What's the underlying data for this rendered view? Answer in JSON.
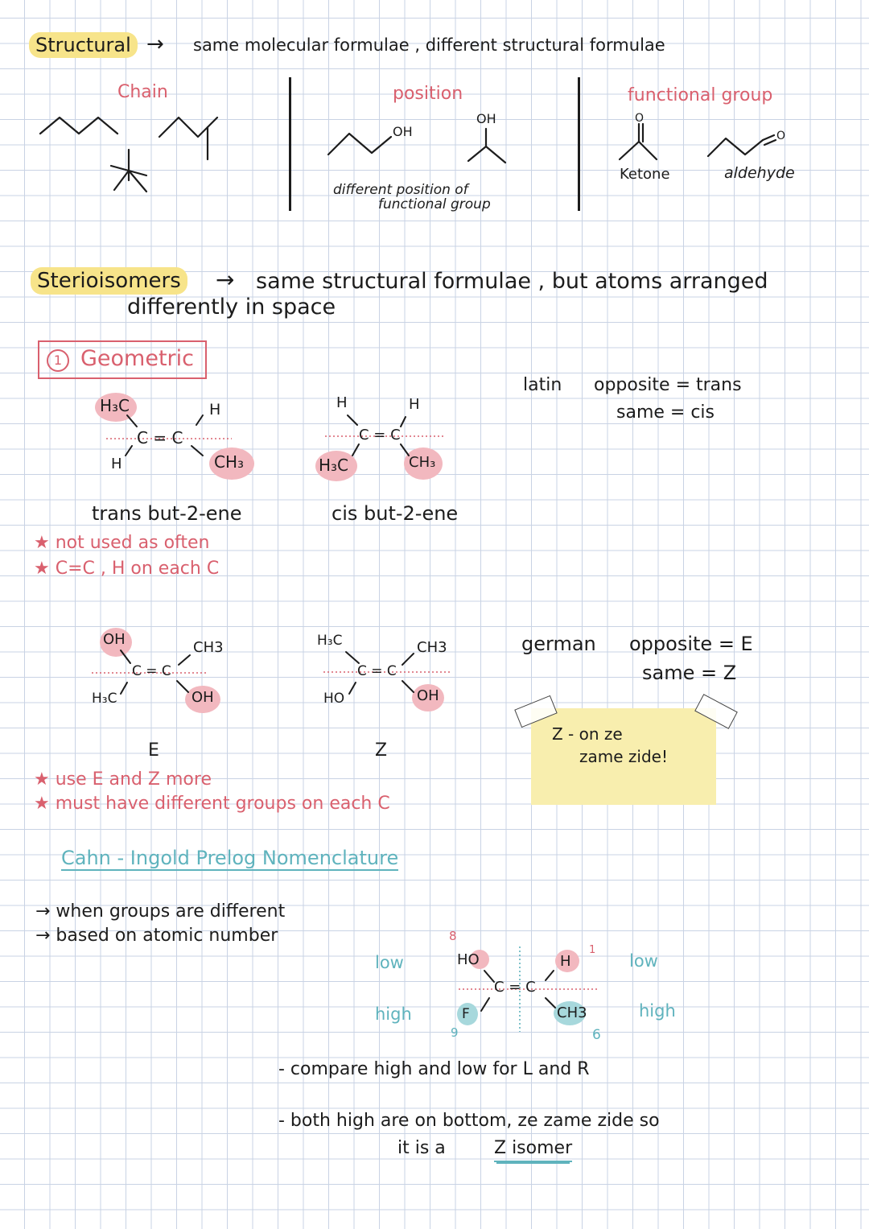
{
  "structural": {
    "heading": "Structural",
    "arrow": "→",
    "definition": "same molecular formulae , different structural formulae",
    "chain_label": "Chain",
    "position_label": "position",
    "oh_label_1": "OH",
    "oh_label_2": "OH",
    "position_note_line1": "different position of",
    "position_note_line2": "functional group",
    "functional_label": "functional group",
    "o_label_1": "O",
    "o_label_2": "O",
    "ketone_label": "Ketone",
    "aldehyde_label": "aldehyde"
  },
  "stereo": {
    "heading": "Sterioisomers",
    "arrow": "→",
    "definition_line1": "same structural formulae , but atoms arranged",
    "definition_line2": "differently in space"
  },
  "geometric": {
    "number": "1",
    "heading": "Geometric",
    "trans": {
      "tl": "H₃C",
      "tr": "H",
      "bl": "H",
      "br": "CH₃",
      "bond": "C = C",
      "name": "trans but-2-ene"
    },
    "cis": {
      "tl": "H",
      "tr": "H",
      "bl": "H₃C",
      "br": "CH₃",
      "bond": "C = C",
      "name": "cis but-2-ene"
    },
    "note1": "★ not used as often",
    "note2": "★ C=C , H on each C",
    "latin": "latin",
    "latin_opposite": "opposite = trans",
    "latin_same": "same = cis",
    "e_iso": {
      "tl": "OH",
      "tr": "CH3",
      "bl": "H₃C",
      "br": "OH",
      "bond": "C = C",
      "name": "E"
    },
    "z_iso": {
      "tl": "H₃C",
      "tr": "CH3",
      "bl": "HO",
      "br": "OH",
      "bond": "C = C",
      "name": "Z"
    },
    "german": "german",
    "german_opposite": "opposite = E",
    "german_same": "same = Z",
    "sticky_line1": "Z - on ze",
    "sticky_line2": "zame zide!",
    "note3": "★ use E and Z more",
    "note4": "★ must have different groups on each C"
  },
  "cip": {
    "heading": "Cahn - Ingold Prelog Nomenclature",
    "point1": "→ when groups are different",
    "point2": "→ based on atomic number",
    "low_left": "low",
    "high_left": "high",
    "low_right": "low",
    "high_right": "high",
    "num8": "8",
    "num9": "9",
    "num1": "1",
    "num6": "6",
    "tl": "HO",
    "bl": "F",
    "tr": "H",
    "br": "CH3",
    "bond": "C = C",
    "compare": "- compare high and low for L and R",
    "both_line1": "- both high are on bottom, ze zame zide so",
    "both_line2_pre": "it is a",
    "both_line2_result": "Z isomer"
  },
  "colors": {
    "red": "#d9606e",
    "teal": "#5fb3bd",
    "yellow_highlight": "#f7e48a",
    "sticky": "#f8eeae",
    "pink_blob": "#f2b8bf",
    "teal_blob": "#a7d8dc"
  }
}
